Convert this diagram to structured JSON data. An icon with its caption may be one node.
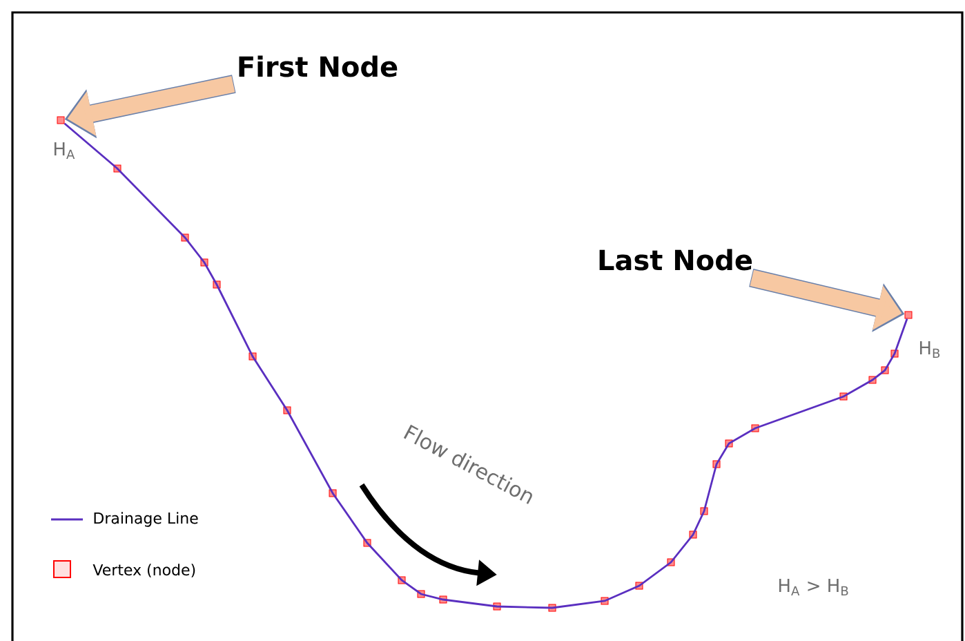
{
  "diagram": {
    "nodes": [
      {
        "text": [
          "First Node"
        ]
      },
      {
        "text": [],
        "shape": "box"
      },
      {
        "text": [
          "Last Node"
        ]
      },
      {
        "text": [],
        "shape": "box"
      }
    ],
    "edges": [
      {
        "from": 0,
        "to": 1,
        "arrow": "to"
      },
      {
        "from": 2,
        "to": 3,
        "arrow": "to"
      },
      {
        "from": 1,
        "to": 3,
        "arrow": "none",
        "color": "#5a2fc0"
      }
    ],
    "labels": [
      "H$_{A}$",
      "H$_{B}$",
      "Flow direction",
      "H$_{A}$ > H$_{B}$"
    ],
    "legend": [
      {
        "text": "Drainage Line"
      },
      {
        "text": "Vertex (node)"
      }
    ]
  }
}
